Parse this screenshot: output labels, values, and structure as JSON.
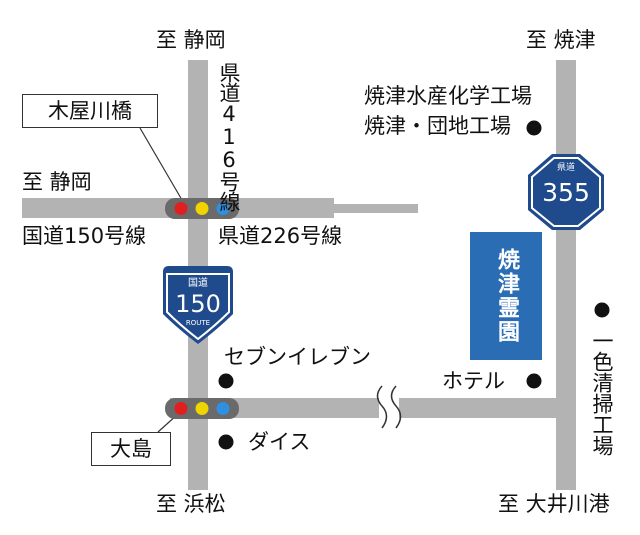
{
  "destinations": {
    "top_left": "至 静岡",
    "top_right": "至 焼津",
    "left": "至 静岡",
    "bottom_left": "至 浜松",
    "bottom_right": "至 大井川港"
  },
  "roads": {
    "route150": "国道150号線",
    "route226": "県道226号線",
    "route416": "県道416号線"
  },
  "intersections": {
    "kiyagawabashi": "木屋川橋",
    "oshima": "大島"
  },
  "shields": {
    "national": {
      "type": "国道",
      "number": "150",
      "sub": "ROUTE"
    },
    "prefectural": {
      "type": "県道",
      "number": "355"
    }
  },
  "places": {
    "factory1": "焼津水産化学工場",
    "factory2": "焼津・団地工場",
    "seven_eleven": "セブンイレブン",
    "hotel": "ホテル",
    "daiso": "ダイス",
    "isshiki": "一色清掃工場"
  },
  "destination_label": "焼津霊園",
  "colors": {
    "road": "#b3b3b3",
    "shield": "#1f4a8c",
    "cemetery": "#2b6db5",
    "signal_red": "#e02020",
    "signal_yellow": "#f0d400",
    "signal_blue": "#2f8fe0"
  }
}
